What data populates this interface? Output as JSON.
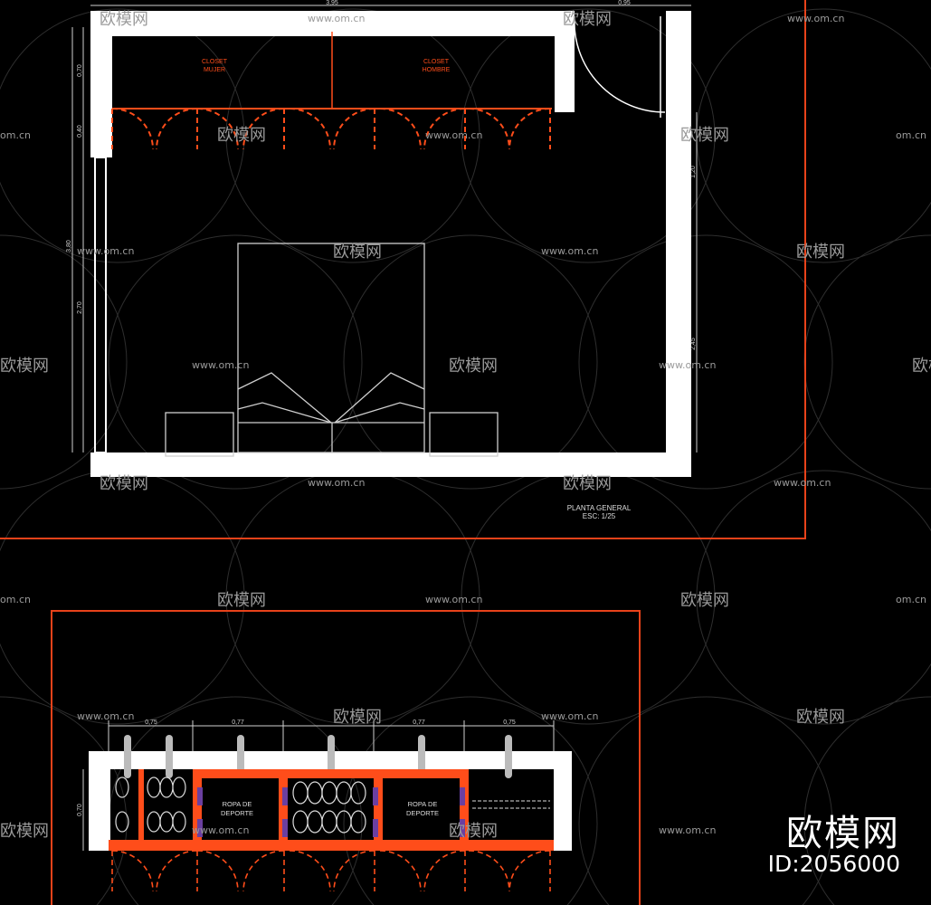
{
  "plan": {
    "title_line1": "PLANTA GENERAL",
    "title_line2": "ESC: 1/25",
    "closet_left_line1": "CLOSET",
    "closet_left_line2": "MUJER",
    "closet_right_line1": "CLOSET",
    "closet_right_line2": "HOMBRE"
  },
  "dimensions": {
    "top_width": "3,95",
    "top_door": "0,95",
    "left_upper": "0,70",
    "left_middle": "0,40",
    "left_total": "3,80",
    "left_lower": "2,70",
    "right_upper": "1,20",
    "right_lower": "2,45"
  },
  "elevation": {
    "ropa_left_line1": "ROPA DE",
    "ropa_left_line2": "DEPORTE",
    "ropa_right_line1": "ROPA DE",
    "ropa_right_line2": "DEPORTE",
    "dim_1": "0,75",
    "dim_2": "0,77",
    "dim_3": "0,77",
    "dim_4": "0,75",
    "dim_left": "0,70"
  },
  "watermark": {
    "cn_mark": "欧模网",
    "url_mark": "www.om.cn",
    "url_short": "om.cn",
    "brand": "欧模网",
    "id": "ID:2056000"
  },
  "colors": {
    "background": "#000000",
    "wall": "#ffffff",
    "accent": "#ff4d1a",
    "line": "#cfcfcf"
  }
}
